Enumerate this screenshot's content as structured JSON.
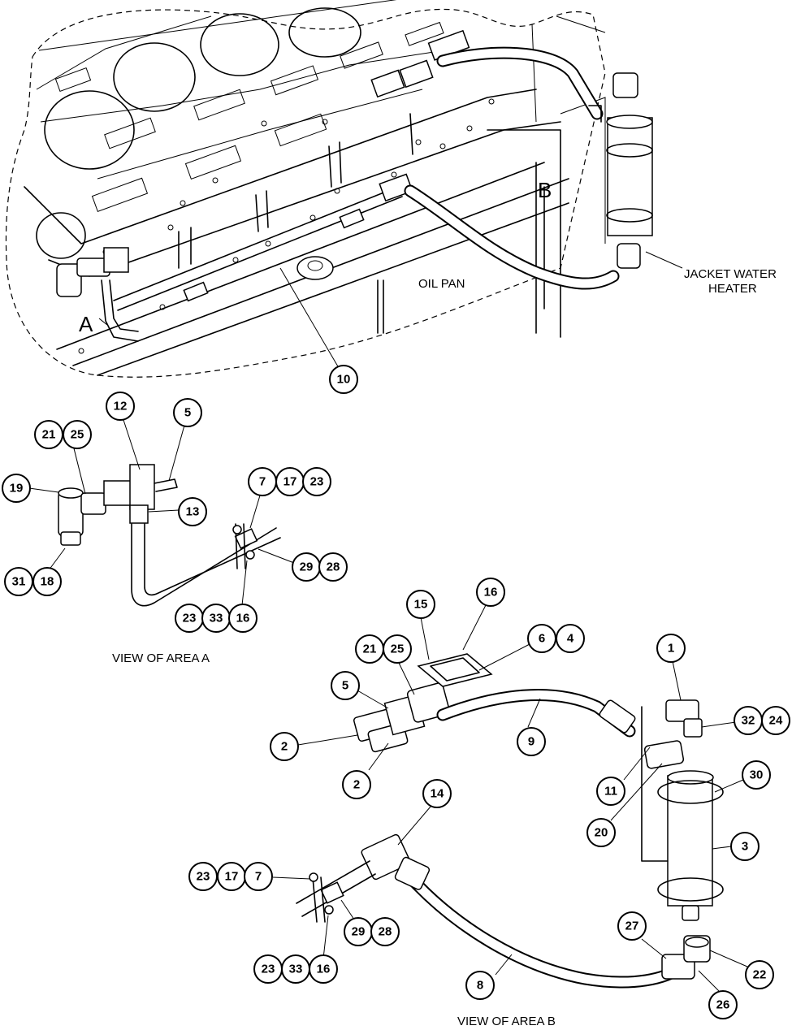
{
  "labels": {
    "oil_pan": "OIL PAN",
    "jacket_line1": "JACKET WATER",
    "jacket_line2": "HEATER",
    "area_a": "A",
    "area_b": "B",
    "view_a": "VIEW OF AREA  A",
    "view_b": "VIEW OF AREA  B"
  },
  "callouts": [
    {
      "name": "callout-10",
      "text": "10"
    },
    {
      "name": "callout-12",
      "text": "12"
    },
    {
      "name": "callout-5-a",
      "text": "5"
    },
    {
      "name": "callout-21-a",
      "text": "21"
    },
    {
      "name": "callout-25-a",
      "text": "25"
    },
    {
      "name": "callout-19",
      "text": "19"
    },
    {
      "name": "callout-13",
      "text": "13"
    },
    {
      "name": "callout-7-a",
      "text": "7"
    },
    {
      "name": "callout-17-a",
      "text": "17"
    },
    {
      "name": "callout-23-a",
      "text": "23"
    },
    {
      "name": "callout-31",
      "text": "31"
    },
    {
      "name": "callout-18",
      "text": "18"
    },
    {
      "name": "callout-29-a",
      "text": "29"
    },
    {
      "name": "callout-28-a",
      "text": "28"
    },
    {
      "name": "callout-23-b",
      "text": "23"
    },
    {
      "name": "callout-33-a",
      "text": "33"
    },
    {
      "name": "callout-16-a",
      "text": "16"
    },
    {
      "name": "callout-15",
      "text": "15"
    },
    {
      "name": "callout-16-b",
      "text": "16"
    },
    {
      "name": "callout-21-b",
      "text": "21"
    },
    {
      "name": "callout-25-b",
      "text": "25"
    },
    {
      "name": "callout-6",
      "text": "6"
    },
    {
      "name": "callout-4",
      "text": "4"
    },
    {
      "name": "callout-1",
      "text": "1"
    },
    {
      "name": "callout-5-b",
      "text": "5"
    },
    {
      "name": "callout-32",
      "text": "32"
    },
    {
      "name": "callout-24",
      "text": "24"
    },
    {
      "name": "callout-2-a",
      "text": "2"
    },
    {
      "name": "callout-9",
      "text": "9"
    },
    {
      "name": "callout-2-b",
      "text": "2"
    },
    {
      "name": "callout-30",
      "text": "30"
    },
    {
      "name": "callout-11",
      "text": "11"
    },
    {
      "name": "callout-14",
      "text": "14"
    },
    {
      "name": "callout-20",
      "text": "20"
    },
    {
      "name": "callout-3",
      "text": "3"
    },
    {
      "name": "callout-23-c",
      "text": "23"
    },
    {
      "name": "callout-17-b",
      "text": "17"
    },
    {
      "name": "callout-7-b",
      "text": "7"
    },
    {
      "name": "callout-27",
      "text": "27"
    },
    {
      "name": "callout-29-b",
      "text": "29"
    },
    {
      "name": "callout-28-b",
      "text": "28"
    },
    {
      "name": "callout-22",
      "text": "22"
    },
    {
      "name": "callout-23-d",
      "text": "23"
    },
    {
      "name": "callout-33-b",
      "text": "33"
    },
    {
      "name": "callout-16-c",
      "text": "16"
    },
    {
      "name": "callout-8",
      "text": "8"
    },
    {
      "name": "callout-26",
      "text": "26"
    }
  ]
}
